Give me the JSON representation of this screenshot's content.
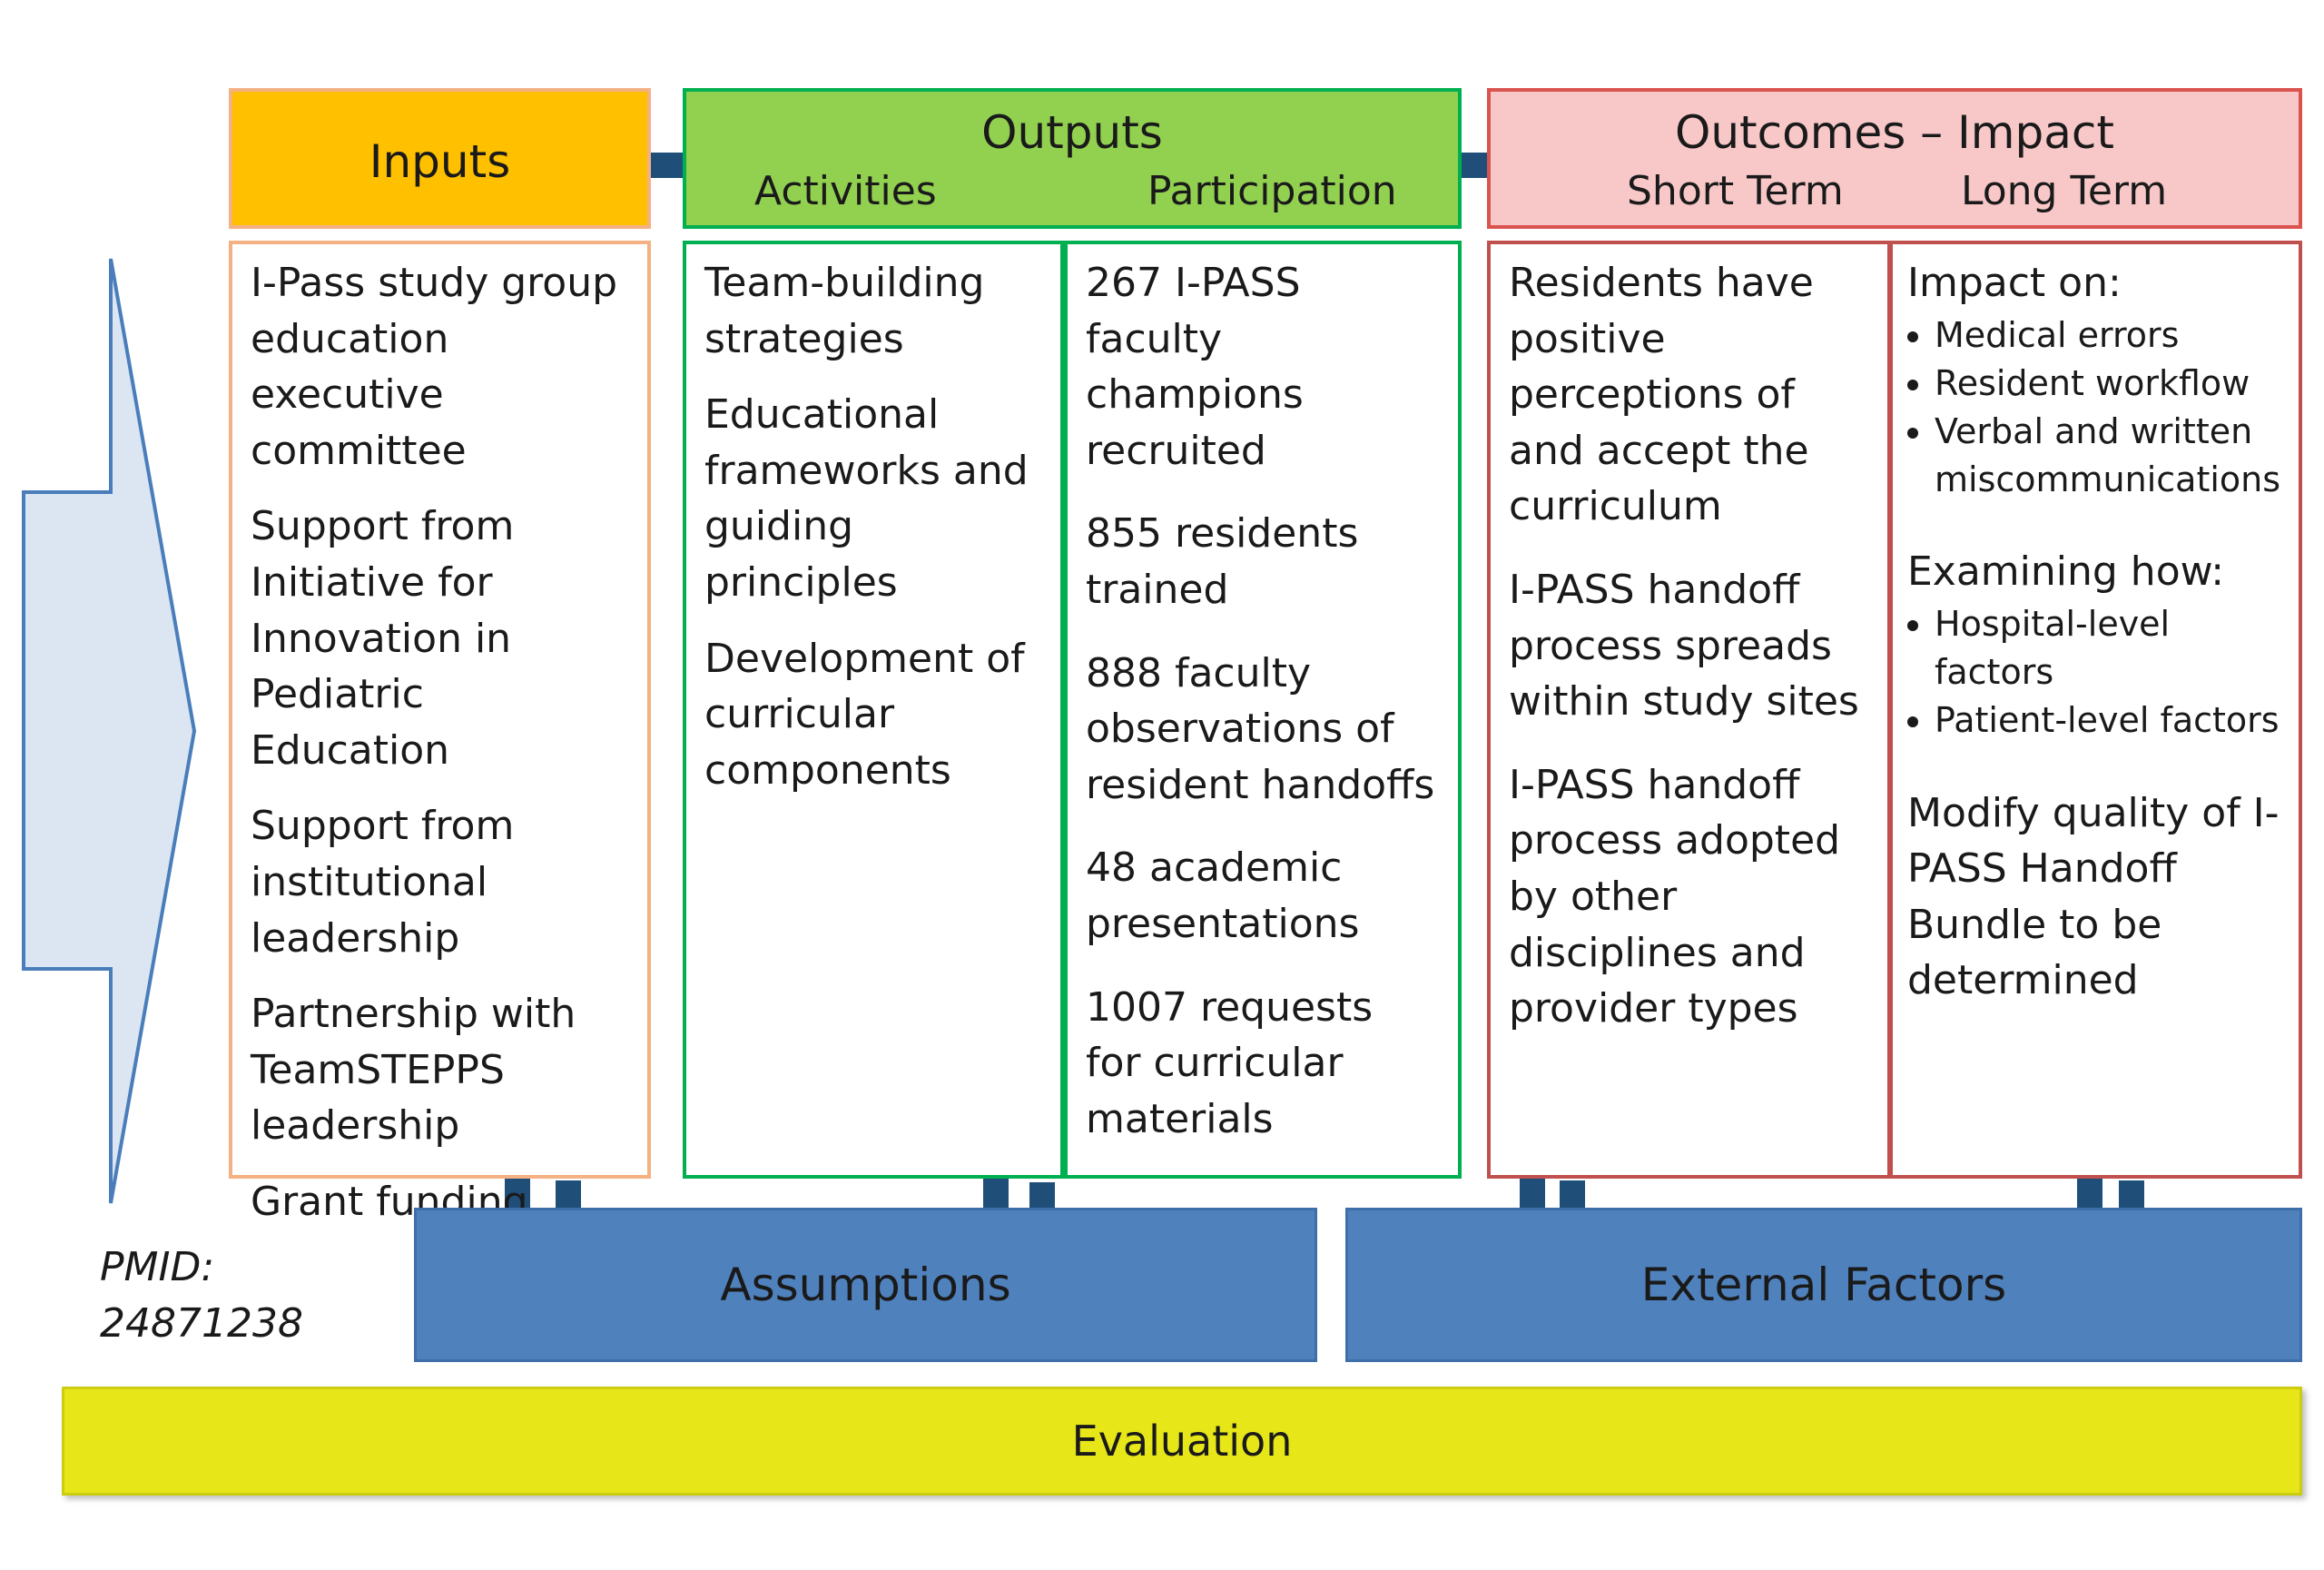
{
  "headers": {
    "inputs": "Inputs",
    "outputs": "Outputs",
    "activities": "Activities",
    "participation": "Participation",
    "outcomes": "Outcomes – Impact",
    "short_term": "Short Term",
    "long_term": "Long Term"
  },
  "inputs": [
    "I-Pass study group education executive committee",
    "Support from Initiative for Innovation in Pediatric Education",
    "Support from institutional leadership",
    "Partnership with TeamSTEPPS leadership",
    "Grant funding"
  ],
  "activities": [
    "Team-building strategies",
    "Educational frameworks and guiding principles",
    "Development of curricular components"
  ],
  "participation": [
    "267 I-PASS faculty champions recruited",
    "855 residents trained",
    "888 faculty observations of resident handoffs",
    "48 academic presentations",
    "1007 requests for curricular materials"
  ],
  "short_term": [
    "Residents have positive perceptions of and accept the curriculum",
    "I-PASS handoff process spreads within study sites",
    "I-PASS handoff process adopted by other disciplines and provider types"
  ],
  "long_term": {
    "impact_heading": "Impact on:",
    "impact_items": [
      "Medical errors",
      "Resident workflow",
      "Verbal and written miscommunications"
    ],
    "examining_heading": "Examining how:",
    "examining_items": [
      "Hospital-level factors",
      "Patient-level factors"
    ],
    "modify_text": "Modify quality of I-PASS Handoff Bundle to be determined"
  },
  "bars": {
    "assumptions": "Assumptions",
    "external_factors": "External Factors",
    "evaluation": "Evaluation"
  },
  "pmid": {
    "label": "PMID:",
    "value": "24871238"
  },
  "colors": {
    "inputs_fill": "#ffc000",
    "outputs_fill": "#92d050",
    "outcomes_fill": "#f8c8c8",
    "bar_blue": "#4f81bd",
    "arrow_navy": "#1f4e79",
    "evaluation_fill": "#e6e619",
    "big_arrow_fill": "#dce6f2"
  }
}
